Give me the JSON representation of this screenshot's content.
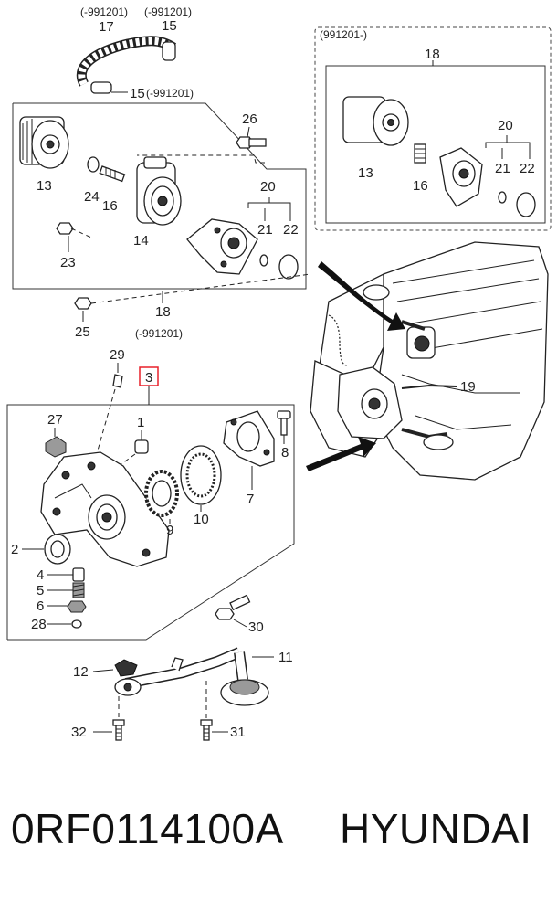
{
  "callouts": {
    "c1": "1",
    "c2": "2",
    "c3": "3",
    "c4": "4",
    "c5": "5",
    "c6": "6",
    "c7": "7",
    "c8": "8",
    "c9": "9",
    "c10": "10",
    "c11": "11",
    "c12": "12",
    "c13a": "13",
    "c13b": "13",
    "c14": "14",
    "c15a": "15",
    "c15b": "15",
    "c16a": "16",
    "c16b": "16",
    "c17": "17",
    "c18a": "18",
    "c18b": "18",
    "c19": "19",
    "c20a": "20",
    "c20b": "20",
    "c21a": "21",
    "c21b": "21",
    "c22a": "22",
    "c22b": "22",
    "c23": "23",
    "c24": "24",
    "c25": "25",
    "c26": "26",
    "c27": "27",
    "c28": "28",
    "c29": "29",
    "c30": "30",
    "c31": "31",
    "c32": "32"
  },
  "date_codes": {
    "hose_left": "(-991201)",
    "hose_right": "(-991201)",
    "clamp": "(-991201)",
    "group_18_lower": "(-991201)",
    "inset_box": "(991201-)"
  },
  "highlight_color": "#e8202a",
  "caption": {
    "part_number": "0RF0114100A",
    "brand": "HYUNDAI"
  }
}
